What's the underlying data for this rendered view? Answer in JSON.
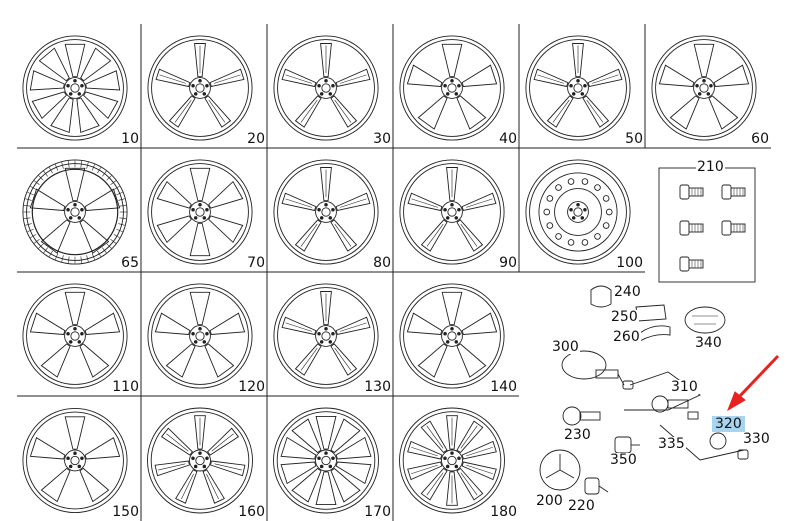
{
  "grid": {
    "rows": [
      [
        "10",
        "20",
        "30",
        "40",
        "50",
        "60"
      ],
      [
        "65",
        "70",
        "80",
        "90",
        "100"
      ],
      [
        "110",
        "120",
        "130",
        "140"
      ],
      [
        "150",
        "160",
        "170",
        "180"
      ]
    ]
  },
  "hardware": {
    "bolts_box_label": "210",
    "items": [
      {
        "id": "240",
        "label": "240"
      },
      {
        "id": "250",
        "label": "250"
      },
      {
        "id": "260",
        "label": "260"
      },
      {
        "id": "340",
        "label": "340"
      },
      {
        "id": "300",
        "label": "300"
      },
      {
        "id": "310",
        "label": "310"
      },
      {
        "id": "320",
        "label": "320"
      },
      {
        "id": "330",
        "label": "330"
      },
      {
        "id": "230",
        "label": "230"
      },
      {
        "id": "335",
        "label": "335"
      },
      {
        "id": "350",
        "label": "350"
      },
      {
        "id": "200",
        "label": "200"
      },
      {
        "id": "220",
        "label": "220"
      }
    ],
    "highlighted": "320",
    "arrow_color": "#e8231f",
    "highlight_color": "#a9d4ef"
  }
}
